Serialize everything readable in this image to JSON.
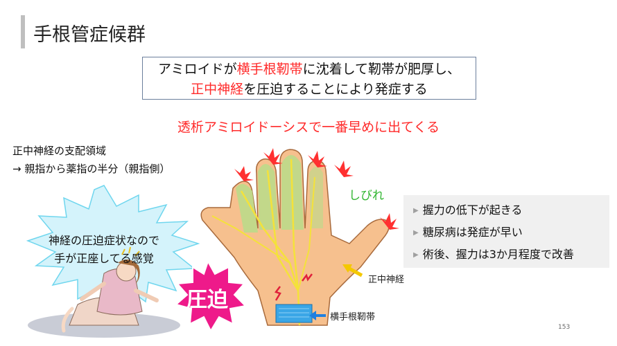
{
  "title": "手根管症候群",
  "summary": {
    "line1_a": "アミロイドが",
    "line1_red": "横手根靭帯",
    "line1_b": "に沈着して靭帯が肥厚し、",
    "line2_red": "正中神経",
    "line2_b": "を圧迫することにより発症する"
  },
  "headline": "透析アミロイドーシスで一番早めに出てくる",
  "median_area": {
    "line1": "正中神経の支配領域",
    "line2": "→ 親指から薬指の半分（親指側）"
  },
  "bubble": {
    "line1": "神経の圧迫症状なので",
    "line2": "手が正座してる感覚"
  },
  "pressure_label": "圧迫",
  "numbness_label": "しびれ",
  "bullets": [
    "握力の低下が起きる",
    "糖尿病は発症が早い",
    "術後、握力は3か月程度で改善"
  ],
  "labels": {
    "median_nerve": "正中神経",
    "ligament": "横手根靭帯"
  },
  "page_number": "153",
  "colors": {
    "highlight_red": "#ff2a2a",
    "numbness_green": "#2fb52f",
    "skin": "#f6c08e",
    "nerve_yellow": "#f4e23a",
    "pressure_magenta": "#ee1a8a",
    "bubble_cyan": "#d4f3fb",
    "ligament_blue": "#3aa6e6"
  }
}
